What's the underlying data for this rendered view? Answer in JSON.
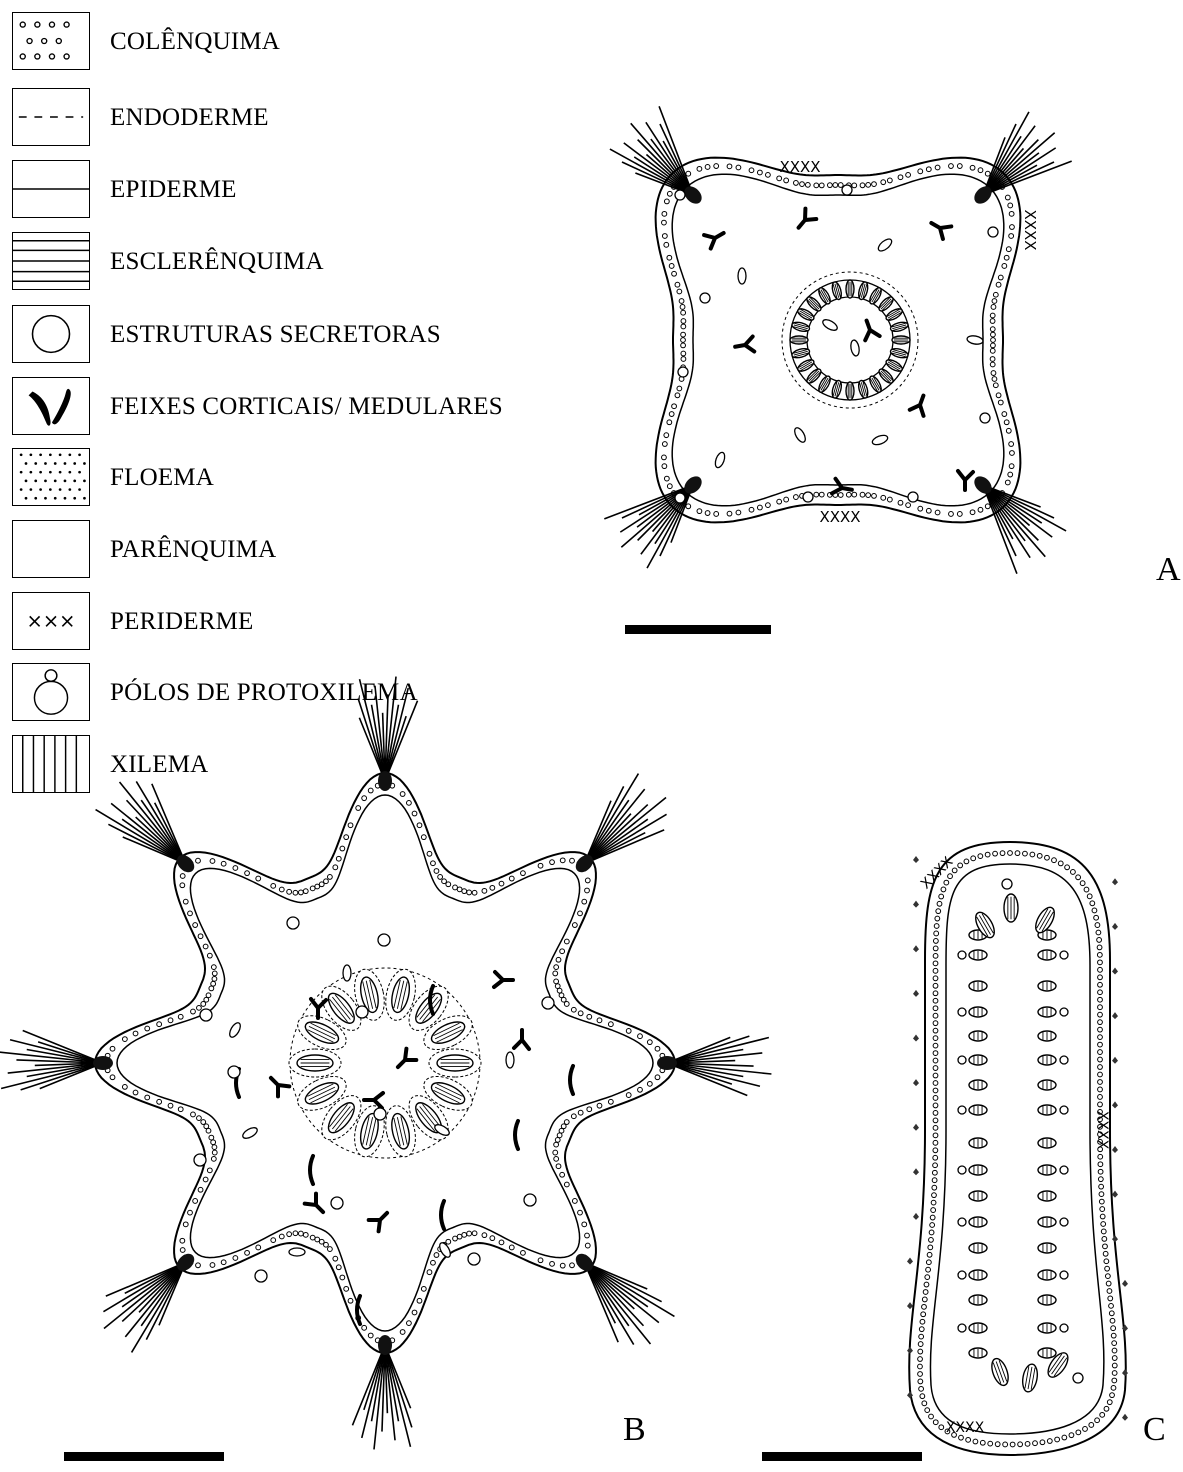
{
  "legend": [
    {
      "id": "colenquima",
      "label": "COLÊNQUIMA",
      "pattern": "small-circles"
    },
    {
      "id": "endoderme",
      "label": "ENDODERME",
      "pattern": "dashed-line"
    },
    {
      "id": "epiderme",
      "label": "EPIDERME",
      "pattern": "solid-line"
    },
    {
      "id": "esclerenquima",
      "label": "ESCLERÊNQUIMA",
      "pattern": "horizontal-lines"
    },
    {
      "id": "estruturas-secretoras",
      "label": "ESTRUTURAS SECRETORAS",
      "pattern": "circle"
    },
    {
      "id": "feixes",
      "label": "FEIXES CORTICAIS/ MEDULARES",
      "pattern": "black-bundle"
    },
    {
      "id": "floema",
      "label": "FLOEMA",
      "pattern": "dots"
    },
    {
      "id": "parenquima",
      "label": "PARÊNQUIMA",
      "pattern": "empty"
    },
    {
      "id": "periderme",
      "label": "PERIDERME",
      "pattern": "crosses",
      "symbol": "×××"
    },
    {
      "id": "protoxilema",
      "label": "PÓLOS DE PROTOXILEMA",
      "pattern": "circle-on-circle"
    },
    {
      "id": "xilema",
      "label": "XILEMA",
      "pattern": "vertical-lines"
    }
  ],
  "panels": [
    {
      "id": "A",
      "letter": "A",
      "shape": "four-lobed cross-section"
    },
    {
      "id": "B",
      "letter": "B",
      "shape": "eight-lobed star cross-section"
    },
    {
      "id": "C",
      "letter": "C",
      "shape": "elongated oblong cross-section"
    }
  ],
  "colors": {
    "ink": "#000000",
    "paper": "#ffffff"
  }
}
